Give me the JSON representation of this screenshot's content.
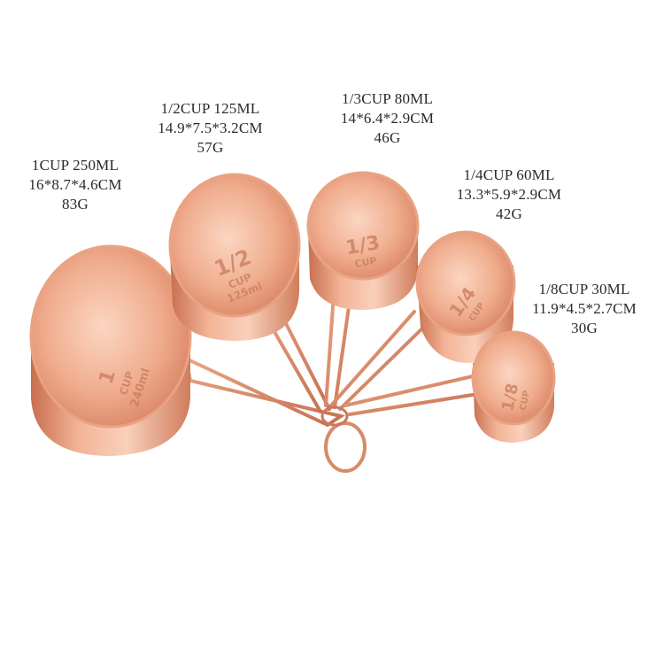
{
  "colors": {
    "copper_light": "#f7c7ae",
    "copper_mid": "#e89f7f",
    "copper_dark": "#c26b4c",
    "handle": "#d98a6a",
    "text": "#2a2a2a"
  },
  "specs": [
    {
      "id": "1cup",
      "capacity": "1CUP 250ML",
      "dimensions": "16*8.7*4.6CM",
      "weight": "83G"
    },
    {
      "id": "half",
      "capacity": "1/2CUP 125ML",
      "dimensions": "14.9*7.5*3.2CM",
      "weight": "57G"
    },
    {
      "id": "third",
      "capacity": "1/3CUP 80ML",
      "dimensions": "14*6.4*2.9CM",
      "weight": "46G"
    },
    {
      "id": "quarter",
      "capacity": "1/4CUP 60ML",
      "dimensions": "13.3*5.9*2.9CM",
      "weight": "42G"
    },
    {
      "id": "eighth",
      "capacity": "1/8CUP 30ML",
      "dimensions": "11.9*4.5*2.7CM",
      "weight": "30G"
    }
  ],
  "engravings": {
    "cup1": {
      "fraction": "1",
      "unit": "CUP",
      "volume": "240ml"
    },
    "half": {
      "fraction": "1/2",
      "unit": "CUP",
      "volume": "125ml"
    },
    "third": {
      "fraction": "1/3",
      "unit": "CUP",
      "volume": ""
    },
    "quarter": {
      "fraction": "1/4",
      "unit": "CUP",
      "volume": ""
    },
    "eighth": {
      "fraction": "1/8",
      "unit": "CUP",
      "volume": ""
    }
  }
}
